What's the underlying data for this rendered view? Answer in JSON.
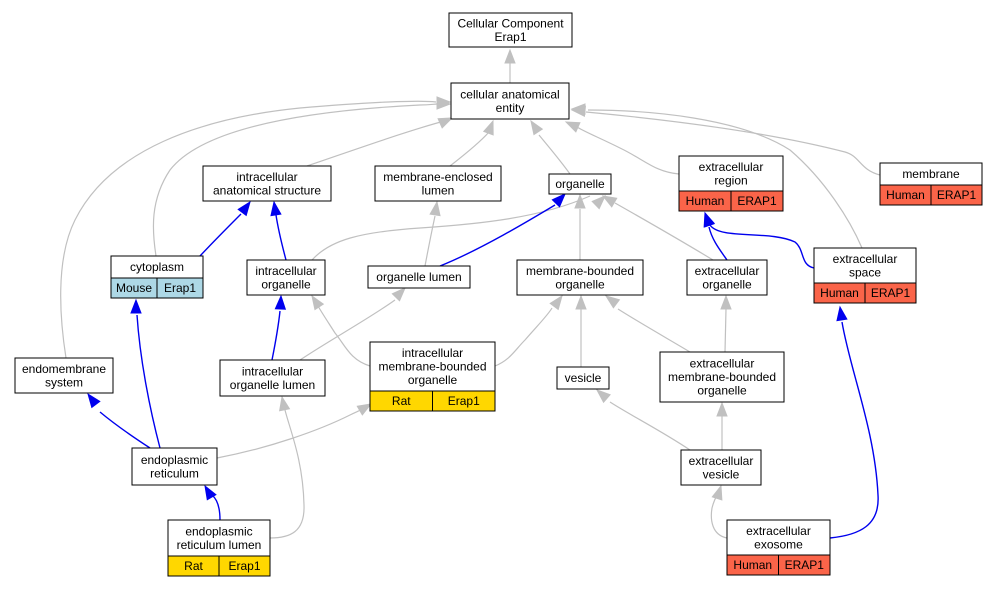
{
  "colors": {
    "human": "#fa6449",
    "mouse": "#add8e6",
    "rat": "#ffd700",
    "edge_default": "#c0c0c0",
    "edge_annotated": "#0000ee"
  },
  "nodes": {
    "root": {
      "lines": [
        "Cellular Component",
        "Erap1"
      ]
    },
    "cae": {
      "lines": [
        "cellular anatomical",
        "entity"
      ]
    },
    "ias": {
      "lines": [
        "intracellular",
        "anatomical structure"
      ]
    },
    "mel": {
      "lines": [
        "membrane-enclosed",
        "lumen"
      ]
    },
    "organelle": {
      "lines": [
        "organelle"
      ]
    },
    "ecr": {
      "lines": [
        "extracellular",
        "region"
      ],
      "annotations": [
        {
          "species": "Human",
          "gene": "ERAP1"
        }
      ]
    },
    "membrane": {
      "lines": [
        "membrane"
      ],
      "annotations": [
        {
          "species": "Human",
          "gene": "ERAP1"
        }
      ]
    },
    "cytoplasm": {
      "lines": [
        "cytoplasm"
      ],
      "annotations": [
        {
          "species": "Mouse",
          "gene": "Erap1"
        }
      ]
    },
    "io": {
      "lines": [
        "intracellular",
        "organelle"
      ]
    },
    "ol": {
      "lines": [
        "organelle lumen"
      ]
    },
    "mbo": {
      "lines": [
        "membrane-bounded",
        "organelle"
      ]
    },
    "eco": {
      "lines": [
        "extracellular",
        "organelle"
      ]
    },
    "ecs": {
      "lines": [
        "extracellular",
        "space"
      ],
      "annotations": [
        {
          "species": "Human",
          "gene": "ERAP1"
        }
      ]
    },
    "ems": {
      "lines": [
        "endomembrane",
        "system"
      ]
    },
    "iol": {
      "lines": [
        "intracellular",
        "organelle lumen"
      ]
    },
    "imbo": {
      "lines": [
        "intracellular",
        "membrane-bounded",
        "organelle"
      ],
      "annotations": [
        {
          "species": "Rat",
          "gene": "Erap1"
        }
      ]
    },
    "vesicle": {
      "lines": [
        "vesicle"
      ]
    },
    "embo": {
      "lines": [
        "extracellular",
        "membrane-bounded",
        "organelle"
      ]
    },
    "er": {
      "lines": [
        "endoplasmic",
        "reticulum"
      ]
    },
    "ecv": {
      "lines": [
        "extracellular",
        "vesicle"
      ]
    },
    "erl": {
      "lines": [
        "endoplasmic",
        "reticulum lumen"
      ],
      "annotations": [
        {
          "species": "Rat",
          "gene": "Erap1"
        }
      ]
    },
    "exo": {
      "lines": [
        "extracellular",
        "exosome"
      ],
      "annotations": [
        {
          "species": "Human",
          "gene": "ERAP1"
        }
      ]
    }
  },
  "edges": [
    {
      "from": "cae",
      "to": "root",
      "kind": "default"
    },
    {
      "from": "ias",
      "to": "cae",
      "kind": "default"
    },
    {
      "from": "mel",
      "to": "cae",
      "kind": "default"
    },
    {
      "from": "organelle",
      "to": "cae",
      "kind": "default"
    },
    {
      "from": "ecr",
      "to": "cae",
      "kind": "default"
    },
    {
      "from": "membrane",
      "to": "cae",
      "kind": "default"
    },
    {
      "from": "ems",
      "to": "cae",
      "kind": "default"
    },
    {
      "from": "cytoplasm",
      "to": "cae",
      "kind": "default"
    },
    {
      "from": "ecs",
      "to": "cae",
      "kind": "default"
    },
    {
      "from": "cytoplasm",
      "to": "ias",
      "kind": "annotated"
    },
    {
      "from": "io",
      "to": "ias",
      "kind": "annotated"
    },
    {
      "from": "io",
      "to": "organelle",
      "kind": "default"
    },
    {
      "from": "ol",
      "to": "mel",
      "kind": "default"
    },
    {
      "from": "ol",
      "to": "organelle",
      "kind": "annotated"
    },
    {
      "from": "mbo",
      "to": "organelle",
      "kind": "default"
    },
    {
      "from": "eco",
      "to": "organelle",
      "kind": "default"
    },
    {
      "from": "ecs",
      "to": "ecr",
      "kind": "annotated"
    },
    {
      "from": "eco",
      "to": "ecr",
      "kind": "annotated"
    },
    {
      "from": "er",
      "to": "ems",
      "kind": "annotated"
    },
    {
      "from": "er",
      "to": "cytoplasm",
      "kind": "annotated"
    },
    {
      "from": "iol",
      "to": "io",
      "kind": "annotated"
    },
    {
      "from": "iol",
      "to": "ol",
      "kind": "default"
    },
    {
      "from": "imbo",
      "to": "io",
      "kind": "default"
    },
    {
      "from": "imbo",
      "to": "mbo",
      "kind": "default"
    },
    {
      "from": "vesicle",
      "to": "mbo",
      "kind": "default"
    },
    {
      "from": "embo",
      "to": "mbo",
      "kind": "default"
    },
    {
      "from": "embo",
      "to": "eco",
      "kind": "default"
    },
    {
      "from": "er",
      "to": "imbo",
      "kind": "default"
    },
    {
      "from": "ecv",
      "to": "vesicle",
      "kind": "default"
    },
    {
      "from": "ecv",
      "to": "embo",
      "kind": "default"
    },
    {
      "from": "erl",
      "to": "er",
      "kind": "annotated"
    },
    {
      "from": "erl",
      "to": "iol",
      "kind": "default"
    },
    {
      "from": "exo",
      "to": "ecv",
      "kind": "default"
    },
    {
      "from": "exo",
      "to": "ecs",
      "kind": "annotated"
    }
  ]
}
